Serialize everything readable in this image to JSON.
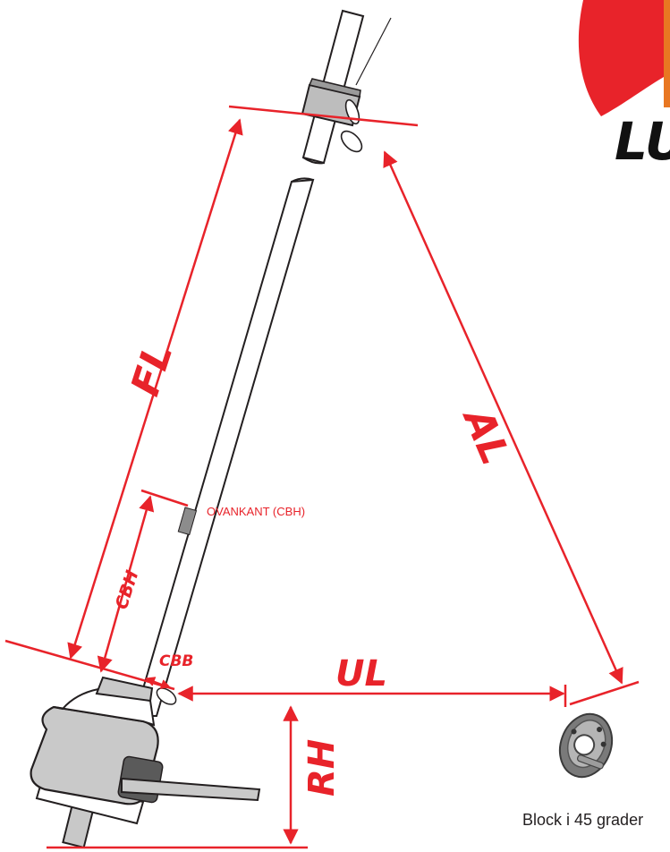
{
  "brand": {
    "partial_text": "LUI"
  },
  "labels": {
    "fl": "FL",
    "al": "AL",
    "ul": "UL",
    "rh": "RH",
    "cbh": "CBH",
    "cbb": "CBB",
    "ovankant": "OVANKANT (CBH)",
    "block": "Block i 45 grader"
  },
  "colors": {
    "accent": "#e8232a",
    "brand_orange": "#e87722",
    "line": "#231f20",
    "gray": "#8c8c8c",
    "light_gray": "#c8c8c8"
  },
  "icons": [
    "block-pulley-icon",
    "brand-logo-icon"
  ]
}
